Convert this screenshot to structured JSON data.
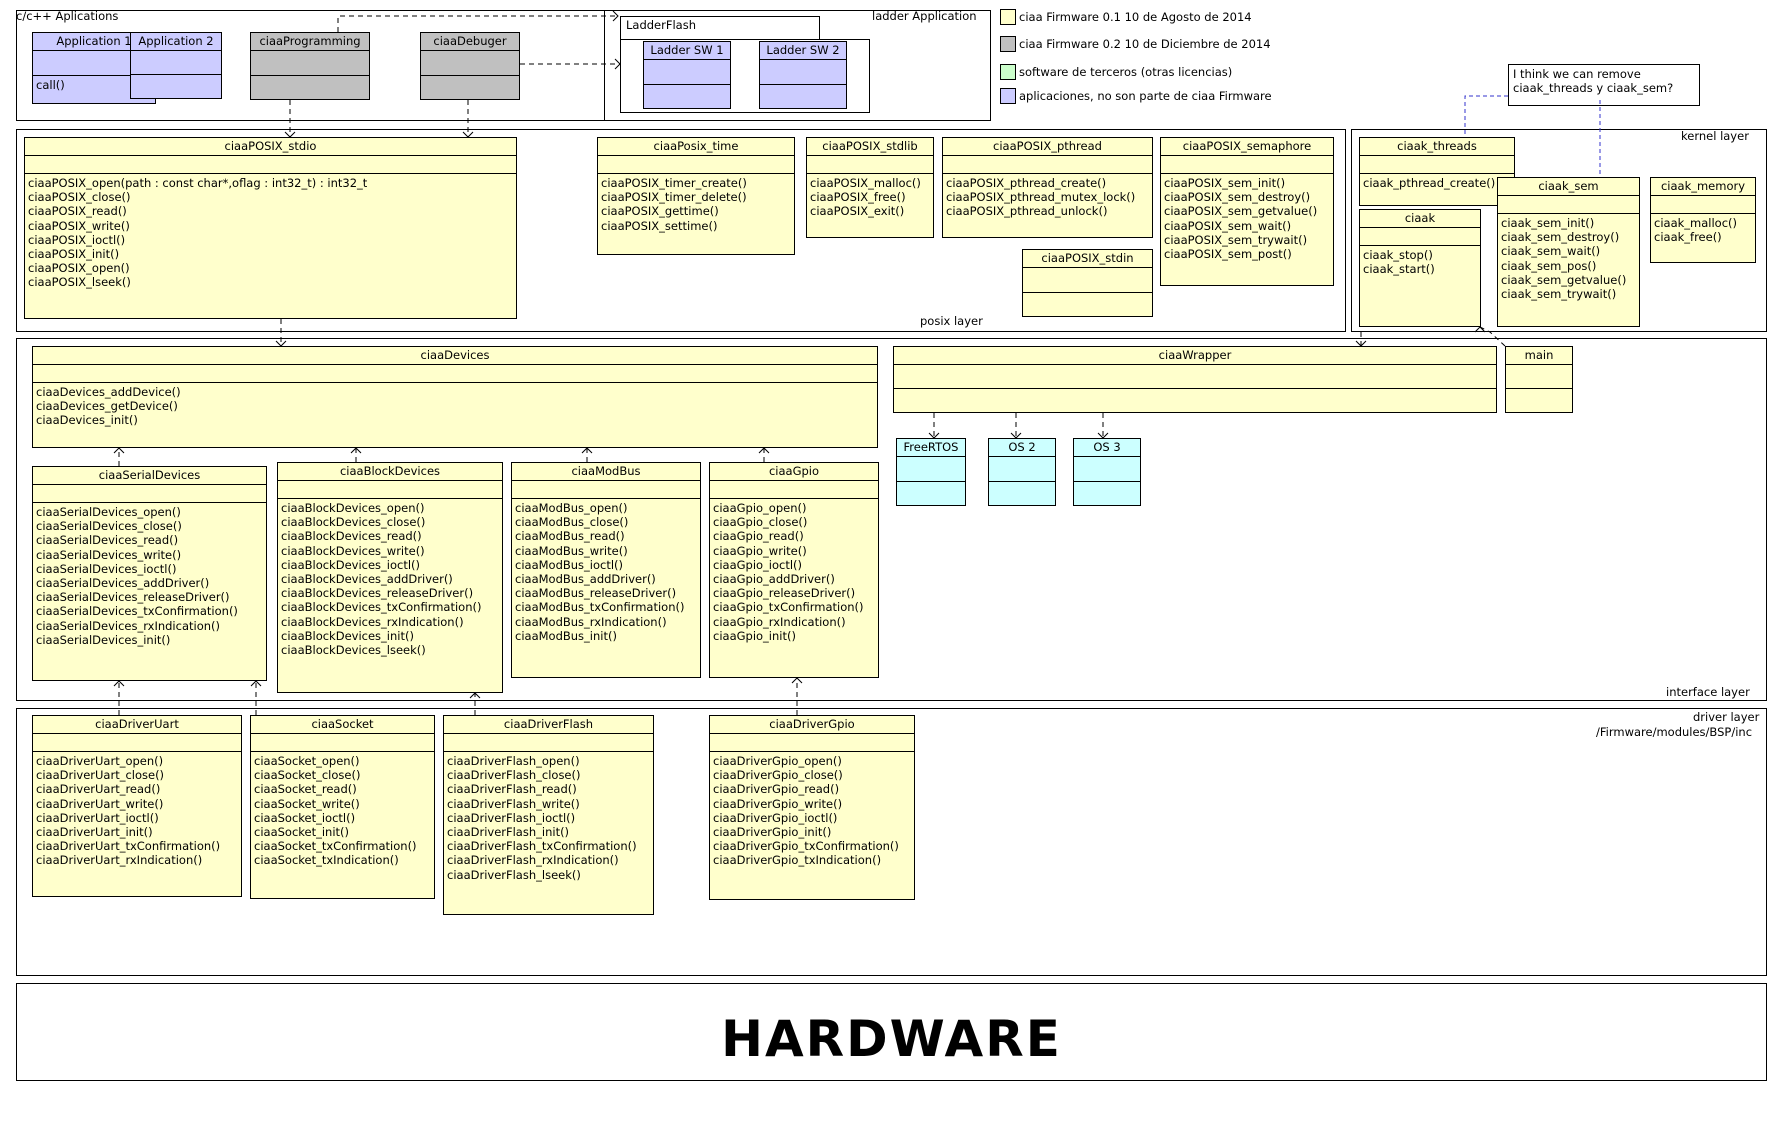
{
  "packages": {
    "cpp": "c/c++ Aplications",
    "ladder_app": "ladder Application",
    "ladder_flash": "LadderFlash",
    "posix": "posix layer",
    "kernel": "kernel layer",
    "interface": "interface layer",
    "driver": "driver layer",
    "driver_path": "/Firmware/modules/BSP/inc"
  },
  "legend": [
    {
      "label": "ciaa Firmware 0.1 10 de Agosto de 2014",
      "color": "#ffffcc"
    },
    {
      "label": "ciaa Firmware 0.2 10 de Diciembre de 2014",
      "color": "#c0c0c0"
    },
    {
      "label": "software de terceros (otras licencias)",
      "color": "#ccffcc"
    },
    {
      "label": "aplicaciones, no son parte de ciaa Firmware",
      "color": "#ccccff"
    }
  ],
  "note": {
    "line1": "I think we can remove",
    "line2": "ciaak_threads y ciaak_sem?"
  },
  "hardware": "HARDWARE",
  "classes": {
    "app1": {
      "name": "Application 1",
      "ops": [
        "call()"
      ]
    },
    "app2": {
      "name": "Application 2",
      "ops": []
    },
    "ciaaProgramming": {
      "name": "ciaaProgramming",
      "ops": []
    },
    "ciaaDebuger": {
      "name": "ciaaDebuger",
      "ops": []
    },
    "ladderSW1": {
      "name": "Ladder SW 1",
      "ops": []
    },
    "ladderSW2": {
      "name": "Ladder SW 2",
      "ops": []
    },
    "posix_stdio": {
      "name": "ciaaPOSIX_stdio",
      "ops": [
        "ciaaPOSIX_open(path : const char*,oflag : int32_t) : int32_t",
        "ciaaPOSIX_close()",
        "ciaaPOSIX_read()",
        "ciaaPOSIX_write()",
        "ciaaPOSIX_ioctl()",
        "ciaaPOSIX_init()",
        "ciaaPOSIX_open()",
        "ciaaPOSIX_lseek()"
      ]
    },
    "posix_time": {
      "name": "ciaaPosix_time",
      "ops": [
        "ciaaPOSIX_timer_create()",
        "ciaaPOSIX_timer_delete()",
        "ciaaPOSIX_gettime()",
        "ciaaPOSIX_settime()"
      ]
    },
    "posix_stdlib": {
      "name": "ciaaPOSIX_stdlib",
      "ops": [
        "ciaaPOSIX_malloc()",
        "ciaaPOSIX_free()",
        "ciaaPOSIX_exit()"
      ]
    },
    "posix_pthread": {
      "name": "ciaaPOSIX_pthread",
      "ops": [
        "ciaaPOSIX_pthread_create()",
        "ciaaPOSIX_pthread_mutex_lock()",
        "ciaaPOSIX_pthread_unlock()"
      ]
    },
    "posix_semaphore": {
      "name": "ciaaPOSIX_semaphore",
      "ops": [
        "ciaaPOSIX_sem_init()",
        "ciaaPOSIX_sem_destroy()",
        "ciaaPOSIX_sem_getvalue()",
        "ciaaPOSIX_sem_wait()",
        "ciaaPOSIX_sem_trywait()",
        "ciaaPOSIX_sem_post()"
      ]
    },
    "posix_stdin": {
      "name": "ciaaPOSIX_stdin",
      "ops": []
    },
    "ciaak_threads": {
      "name": "ciaak_threads",
      "ops": [
        "ciaak_pthread_create()"
      ]
    },
    "ciaak": {
      "name": "ciaak",
      "ops": [
        "ciaak_stop()",
        "ciaak_start()"
      ]
    },
    "ciaak_sem": {
      "name": "ciaak_sem",
      "ops": [
        "ciaak_sem_init()",
        "ciaak_sem_destroy()",
        "ciaak_sem_wait()",
        "ciaak_sem_pos()",
        "ciaak_sem_getvalue()",
        "ciaak_sem_trywait()"
      ]
    },
    "ciaak_memory": {
      "name": "ciaak_memory",
      "ops": [
        "ciaak_malloc()",
        "ciaak_free()"
      ]
    },
    "ciaaDevices": {
      "name": "ciaaDevices",
      "ops": [
        "ciaaDevices_addDevice()",
        "ciaaDevices_getDevice()",
        "ciaaDevices_init()"
      ]
    },
    "ciaaWrapper": {
      "name": "ciaaWrapper",
      "ops": []
    },
    "main": {
      "name": "main",
      "ops": []
    },
    "freertos": {
      "name": "FreeRTOS",
      "ops": []
    },
    "os2": {
      "name": "OS 2",
      "ops": []
    },
    "os3": {
      "name": "OS 3",
      "ops": []
    },
    "serial": {
      "name": "ciaaSerialDevices",
      "ops": [
        "ciaaSerialDevices_open()",
        "ciaaSerialDevices_close()",
        "ciaaSerialDevices_read()",
        "ciaaSerialDevices_write()",
        "ciaaSerialDevices_ioctl()",
        "ciaaSerialDevices_addDriver()",
        "ciaaSerialDevices_releaseDriver()",
        "ciaaSerialDevices_txConfirmation()",
        "ciaaSerialDevices_rxIndication()",
        "ciaaSerialDevices_init()"
      ]
    },
    "block": {
      "name": "ciaaBlockDevices",
      "ops": [
        "ciaaBlockDevices_open()",
        "ciaaBlockDevices_close()",
        "ciaaBlockDevices_read()",
        "ciaaBlockDevices_write()",
        "ciaaBlockDevices_ioctl()",
        "ciaaBlockDevices_addDriver()",
        "ciaaBlockDevices_releaseDriver()",
        "ciaaBlockDevices_txConfirmation()",
        "ciaaBlockDevices_rxIndication()",
        "ciaaBlockDevices_init()",
        "ciaaBlockDevices_lseek()"
      ]
    },
    "modbus": {
      "name": "ciaaModBus",
      "ops": [
        "ciaaModBus_open()",
        "ciaaModBus_close()",
        "ciaaModBus_read()",
        "ciaaModBus_write()",
        "ciaaModBus_ioctl()",
        "ciaaModBus_addDriver()",
        "ciaaModBus_releaseDriver()",
        "ciaaModBus_txConfirmation()",
        "ciaaModBus_rxIndication()",
        "ciaaModBus_init()"
      ]
    },
    "gpio": {
      "name": "ciaaGpio",
      "ops": [
        "ciaaGpio_open()",
        "ciaaGpio_close()",
        "ciaaGpio_read()",
        "ciaaGpio_write()",
        "ciaaGpio_ioctl()",
        "ciaaGpio_addDriver()",
        "ciaaGpio_releaseDriver()",
        "ciaaGpio_txConfirmation()",
        "ciaaGpio_rxIndication()",
        "ciaaGpio_init()"
      ]
    },
    "uart": {
      "name": "ciaaDriverUart",
      "ops": [
        "ciaaDriverUart_open()",
        "ciaaDriverUart_close()",
        "ciaaDriverUart_read()",
        "ciaaDriverUart_write()",
        "ciaaDriverUart_ioctl()",
        "ciaaDriverUart_init()",
        "ciaaDriverUart_txConfirmation()",
        "ciaaDriverUart_rxIndication()"
      ]
    },
    "socket": {
      "name": "ciaaSocket",
      "ops": [
        "ciaaSocket_open()",
        "ciaaSocket_close()",
        "ciaaSocket_read()",
        "ciaaSocket_write()",
        "ciaaSocket_ioctl()",
        "ciaaSocket_init()",
        "ciaaSocket_txConfirmation()",
        "ciaaSocket_txIndication()"
      ]
    },
    "flash": {
      "name": "ciaaDriverFlash",
      "ops": [
        "ciaaDriverFlash_open()",
        "ciaaDriverFlash_close()",
        "ciaaDriverFlash_read()",
        "ciaaDriverFlash_write()",
        "ciaaDriverFlash_ioctl()",
        "ciaaDriverFlash_init()",
        "ciaaDriverFlash_txConfirmation()",
        "ciaaDriverFlash_rxIndication()",
        "ciaaDriverFlash_lseek()"
      ]
    },
    "drvgpio": {
      "name": "ciaaDriverGpio",
      "ops": [
        "ciaaDriverGpio_open()",
        "ciaaDriverGpio_close()",
        "ciaaDriverGpio_read()",
        "ciaaDriverGpio_write()",
        "ciaaDriverGpio_ioctl()",
        "ciaaDriverGpio_init()",
        "ciaaDriverGpio_txConfirmation()",
        "ciaaDriverGpio_txIndication()"
      ]
    }
  }
}
